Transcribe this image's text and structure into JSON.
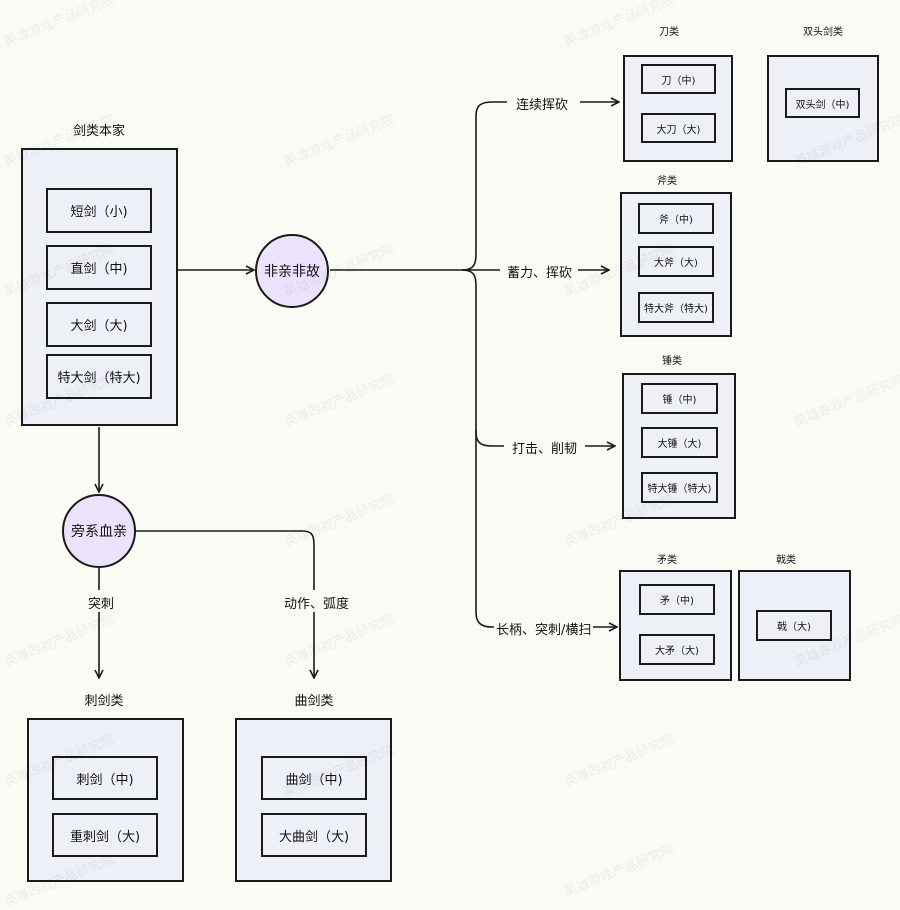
{
  "main_group": {
    "title": "剑类本家",
    "items": [
      "短剑（小)",
      "直剑（中)",
      "大剑（大)",
      "特大剑（特大)"
    ]
  },
  "nodes": {
    "unrelated": "非亲非故",
    "collateral": "旁系血亲"
  },
  "edges": {
    "slash": "连续挥砍",
    "charge": "蓄力、挥砍",
    "strike": "打击、削韧",
    "long": "长柄、突刺/横扫",
    "thrust": "突刺",
    "arc": "动作、弧度"
  },
  "groups": {
    "blade": {
      "title": "刀类",
      "items": [
        "刀（中)",
        "大刀（大)"
      ]
    },
    "twinblade": {
      "title": "双头剑类",
      "items": [
        "双头剑（中)"
      ]
    },
    "axe": {
      "title": "斧类",
      "items": [
        "斧（中)",
        "大斧（大)",
        "特大斧（特大)"
      ]
    },
    "hammer": {
      "title": "锤类",
      "items": [
        "锤（中)",
        "大锤（大)",
        "特大锤（特大)"
      ]
    },
    "spear": {
      "title": "矛类",
      "items": [
        "矛（中)",
        "大矛（大)"
      ]
    },
    "halberd": {
      "title": "戟类",
      "items": [
        "戟（大)"
      ]
    },
    "thrusting": {
      "title": "刺剑类",
      "items": [
        "刺剑（中)",
        "重刺剑（大)"
      ]
    },
    "curved": {
      "title": "曲剑类",
      "items": [
        "曲剑（中)",
        "大曲剑（大)"
      ]
    }
  },
  "watermark": "英雄游戏产品研究院",
  "colors": {
    "group_fill": "#eef0f8",
    "node_fill": "#ece2fb",
    "background": "#fbfbf6",
    "stroke": "#1a1a1a"
  }
}
